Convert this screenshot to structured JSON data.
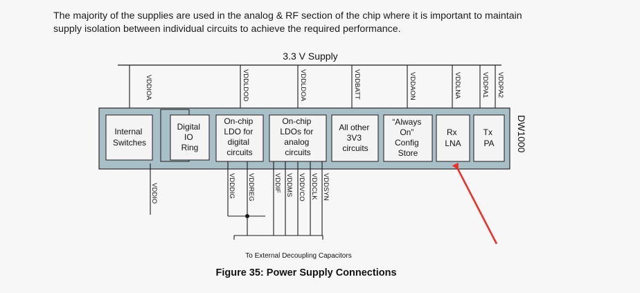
{
  "intro": {
    "line1": "The majority of the supplies are used in the analog & RF section of the chip where it is important to maintain",
    "line2": "supply isolation between individual circuits to achieve the required performance."
  },
  "diagram": {
    "supply_label": "3.3 V Supply",
    "chip_label": "DW1000",
    "decoupling_label": "To External Decoupling Capacitors",
    "blocks": {
      "internal_switches": [
        "Internal",
        "Switches"
      ],
      "digital_io_ring": [
        "Digital",
        "IO",
        "Ring"
      ],
      "onchip_ldo_digital": [
        "On-chip",
        "LDO for",
        "digital",
        "circuits"
      ],
      "onchip_ldos_analog": [
        "On-chip",
        "LDOs for",
        "analog",
        "circuits"
      ],
      "all_other_3v3": [
        "All other",
        "3V3",
        "circuits"
      ],
      "always_on_store": [
        "“Always",
        "On”",
        "Config",
        "Store"
      ],
      "rx_lna": [
        "Rx",
        "LNA"
      ],
      "tx_pa": [
        "Tx",
        "PA"
      ]
    },
    "top_pins": {
      "vddioa": "VDDIOA",
      "vddldod": "VDDLDOD",
      "vddldoa": "VDDLDOA",
      "vddbatt": "VDDBATT",
      "vddaon": "VDDAON",
      "vddlna": "VDDLNA",
      "vddpa1": "VDDPA1",
      "vddpa2": "VDDPA2"
    },
    "bottom_pins": {
      "vddio": "VDDIO",
      "vdddig": "VDDDIG",
      "vddreg": "VDDREG",
      "vddif": "VDDIF",
      "vddms": "VDDMS",
      "vddvco": "VDDVCO",
      "vddclk": "VDDCLK",
      "vddsyn": "VDDSYN"
    },
    "colors": {
      "chip_fill": "#a9bfc7",
      "block_fill": "#f4f4f4",
      "line": "#1a1a1a",
      "arrow": "#e8312a"
    }
  },
  "caption": "Figure 35: Power Supply Connections"
}
